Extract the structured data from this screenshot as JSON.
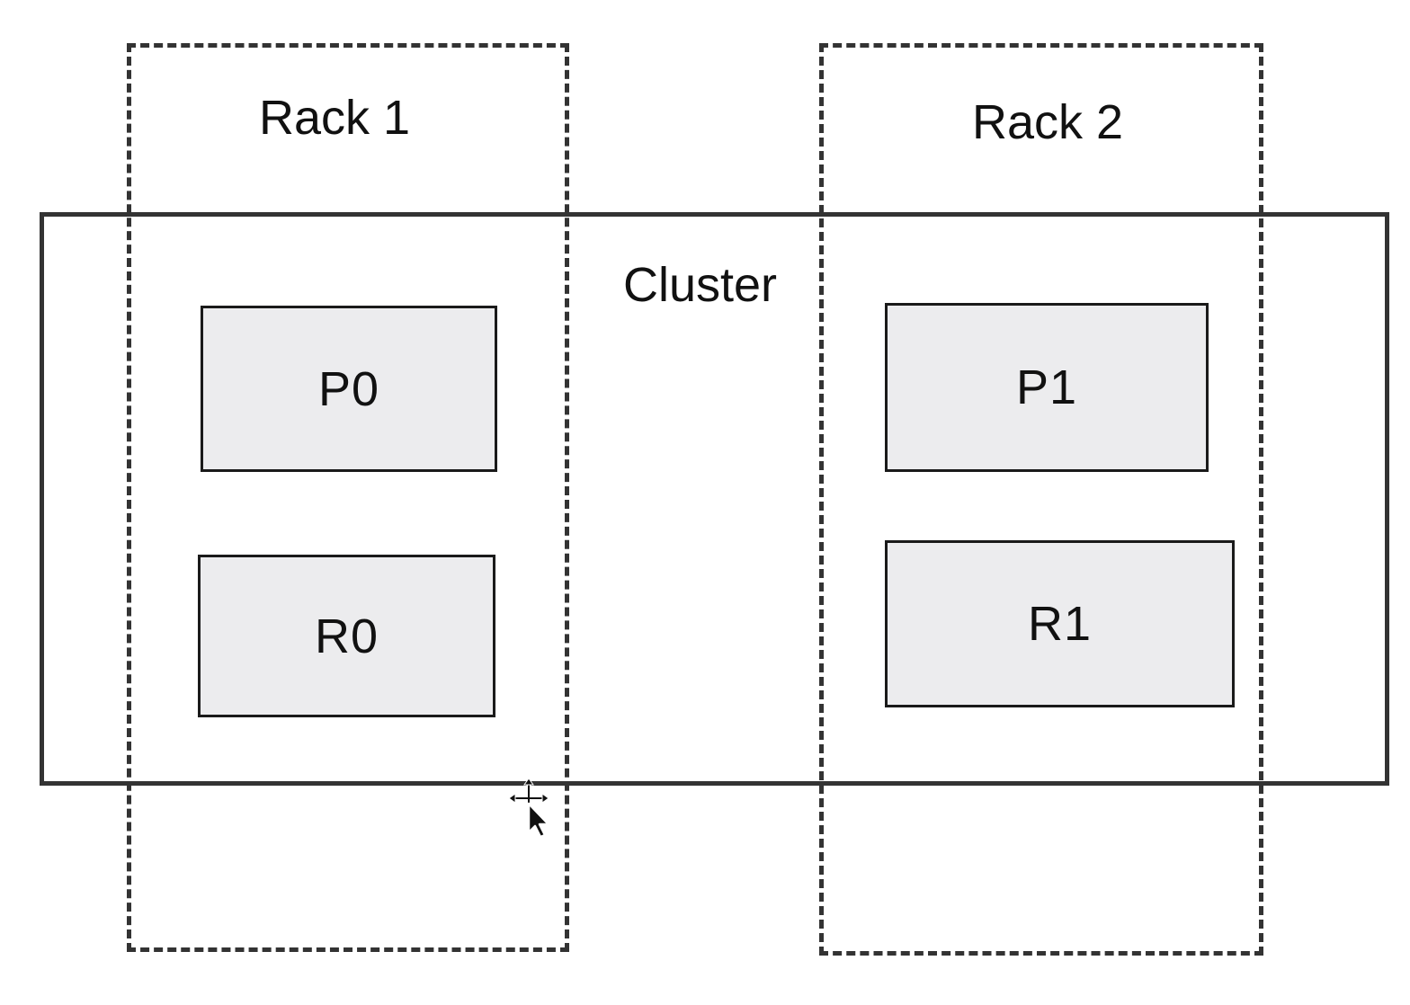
{
  "racks": [
    {
      "label": "Rack 1"
    },
    {
      "label": "Rack 2"
    }
  ],
  "cluster": {
    "label": "Cluster"
  },
  "nodes": {
    "p0": "P0",
    "r0": "R0",
    "p1": "P1",
    "r1": "R1"
  },
  "icons": {
    "cursor": "move-cursor-icon"
  },
  "colors": {
    "node_fill": "#ececee",
    "border": "#333333"
  }
}
